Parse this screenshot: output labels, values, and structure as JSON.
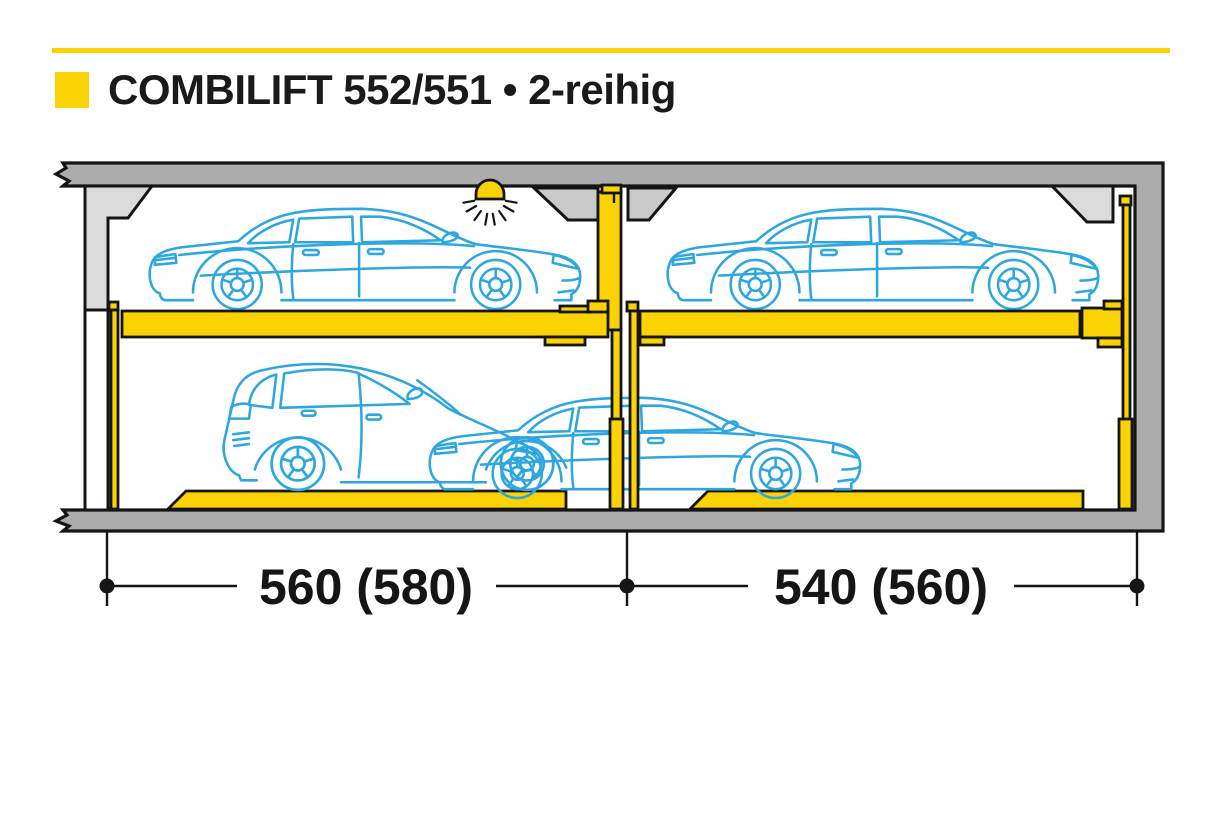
{
  "header": {
    "title": "COMBILIFT 552/551 • 2-reihig",
    "bullet_icon": "yellow-square"
  },
  "diagram": {
    "type": "parking-lift-cross-section",
    "levels": 2,
    "rows": 2,
    "lamp_icon": "ceiling-lamp",
    "dimension_labels": [
      "560 (580)",
      "540 (560)"
    ],
    "cars": [
      {
        "type": "sedan",
        "level": "upper",
        "bay": "left"
      },
      {
        "type": "sedan",
        "level": "upper",
        "bay": "right"
      },
      {
        "type": "hatchback",
        "level": "lower",
        "bay": "left"
      },
      {
        "type": "sedan",
        "level": "lower",
        "bay": "middle"
      }
    ]
  },
  "colors": {
    "accent_yellow": "#FBD304",
    "car_blue": "#2EA7E0",
    "concrete_gray": "#ACACAC",
    "corbel_light_gray": "#DBDBDB",
    "corbel_mid_gray": "#C9C9C9",
    "outline_black": "#151515"
  }
}
